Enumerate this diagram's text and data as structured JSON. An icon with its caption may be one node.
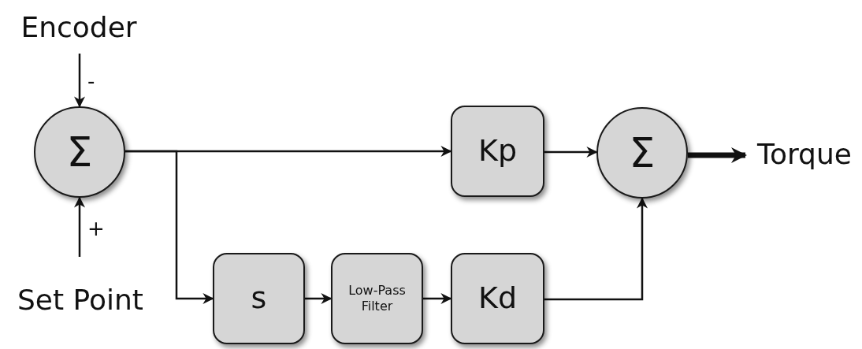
{
  "diagram": {
    "nodes": [
      {
        "text": [
          "Encoder"
        ]
      },
      {
        "text": [
          "Σ"
        ]
      },
      {
        "text": [
          "Set Point"
        ]
      },
      {
        "text": [
          "Kp"
        ]
      },
      {
        "text": [
          "Σ"
        ]
      },
      {
        "text": [
          "Torque"
        ]
      },
      {
        "text": [
          "s"
        ]
      },
      {
        "text": [
          "Low-Pass Filter"
        ]
      },
      {
        "text": [
          "Kd"
        ]
      }
    ],
    "edges": [
      {
        "from": 0,
        "to": 1,
        "arrow": "to",
        "label": "-"
      },
      {
        "from": 2,
        "to": 1,
        "arrow": "to",
        "label": "+"
      },
      {
        "from": 1,
        "to": 3,
        "arrow": "to"
      },
      {
        "from": 1,
        "to": 6,
        "arrow": "to"
      },
      {
        "from": 3,
        "to": 4,
        "arrow": "to"
      },
      {
        "from": 4,
        "to": 5,
        "arrow": "to",
        "style": "thick"
      },
      {
        "from": 6,
        "to": 7,
        "arrow": "to"
      },
      {
        "from": 7,
        "to": 8,
        "arrow": "to"
      },
      {
        "from": 8,
        "to": 4,
        "arrow": "to"
      }
    ]
  }
}
